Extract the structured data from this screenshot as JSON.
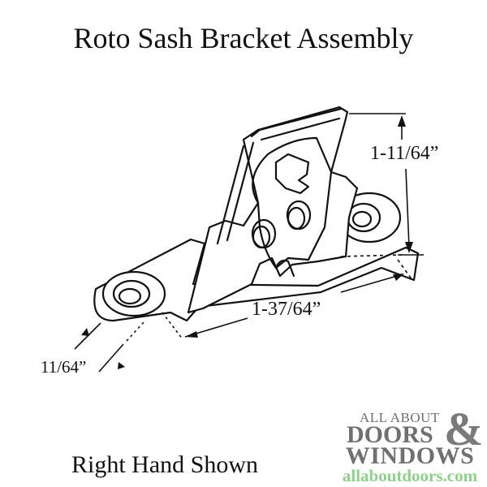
{
  "title": "Roto Sash Bracket Assembly",
  "dimensions": {
    "height": "1-11/64”",
    "length": "1-37/64”",
    "offset": "11/64”"
  },
  "caption": "Right Hand Shown",
  "logo": {
    "line1": "ALL ABOUT",
    "line2": "DOORS",
    "ampersand": "&",
    "line3": "WINDOWS",
    "url": "allaboutdoors.com",
    "colors": {
      "text": "#707070",
      "url": "#8fd18c"
    }
  }
}
